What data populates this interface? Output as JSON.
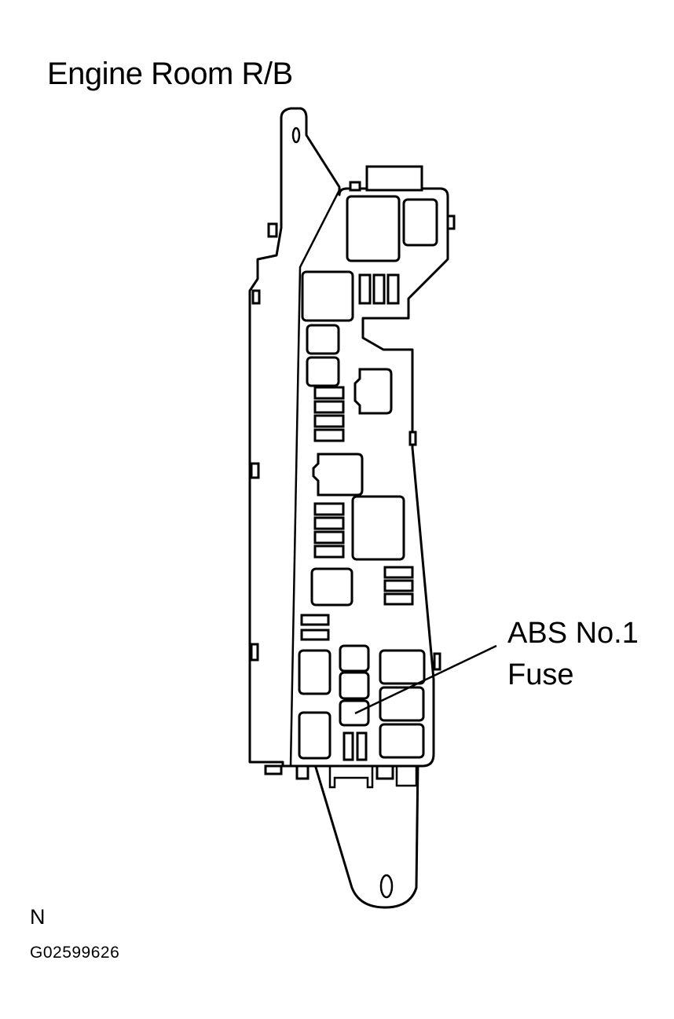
{
  "title": "Engine Room R/B",
  "callout": {
    "line1": "ABS No.1",
    "line2": "Fuse"
  },
  "footer": {
    "letter": "N",
    "figure_id": "G02599626"
  },
  "colors": {
    "ink": "#000000",
    "paper": "#ffffff"
  }
}
